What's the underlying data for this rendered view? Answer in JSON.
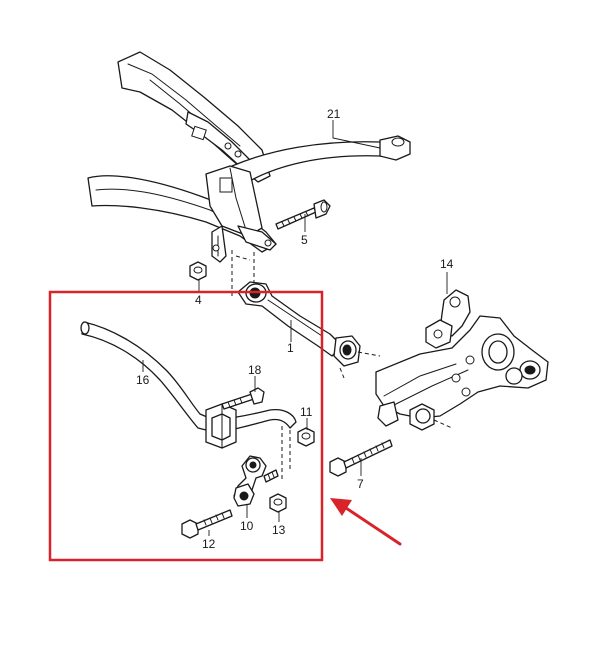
{
  "colors": {
    "line": "#1a1a1a",
    "highlight": "#d9232a",
    "background": "#ffffff"
  },
  "labels": {
    "subframe": "21",
    "bolt_5": "5",
    "nut_4": "4",
    "control_arm": "1",
    "knuckle": "14",
    "stabilizer_bar": "16",
    "bolt_18": "18",
    "nut_11": "11",
    "bolt_7": "7",
    "link_10": "10",
    "nut_13": "13",
    "bolt_12": "12"
  }
}
